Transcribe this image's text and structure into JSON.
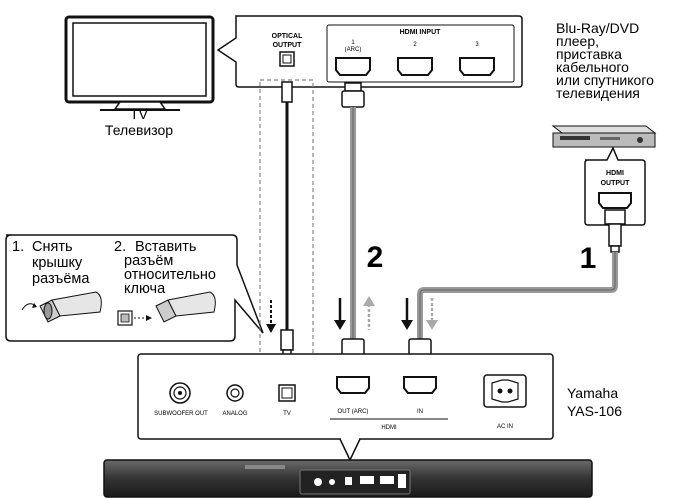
{
  "tv": {
    "label_en": "TV",
    "label_ru": "Телевизор"
  },
  "tv_panel": {
    "optical_label": [
      "OPTICAL",
      "OUTPUT"
    ],
    "hdmi_input_label": "HDMI INPUT",
    "ports": [
      {
        "number": "1",
        "note": "(ARC)"
      },
      {
        "number": "2",
        "note": ""
      },
      {
        "number": "3",
        "note": ""
      }
    ]
  },
  "player": {
    "label_lines": [
      "Blu-Ray/DVD",
      "плеер,",
      "приставка",
      "кабельного",
      "или спутникого",
      "телевидения"
    ],
    "hdmi_output_label": [
      "HDMI",
      "OUTPUT"
    ]
  },
  "instructions": {
    "step1": {
      "number": "1.",
      "lines": [
        "Снять",
        "крышку",
        "разъёма"
      ]
    },
    "step2": {
      "number": "2.",
      "lines": [
        "Вставить",
        "разъём",
        "относительно",
        "ключа"
      ]
    }
  },
  "cable_numbers": {
    "hdmi_arc": "2",
    "hdmi_player": "1"
  },
  "soundbar": {
    "label_lines": [
      "Yamaha",
      "YAS-106"
    ],
    "ports": {
      "subwoofer": "SUBWOOFER OUT",
      "analog": "ANALOG",
      "tv": "TV",
      "out_arc": "OUT (ARC)",
      "in": "IN",
      "hdmi": "HDMI",
      "ac_in": "AC IN"
    }
  },
  "colors": {
    "line": "#111111",
    "cable_gray": "#999999",
    "dashed": "#888888",
    "arrow_gray": "#aaaaaa",
    "bar_dark": "#2a2a2a",
    "bar_mid": "#555555"
  }
}
